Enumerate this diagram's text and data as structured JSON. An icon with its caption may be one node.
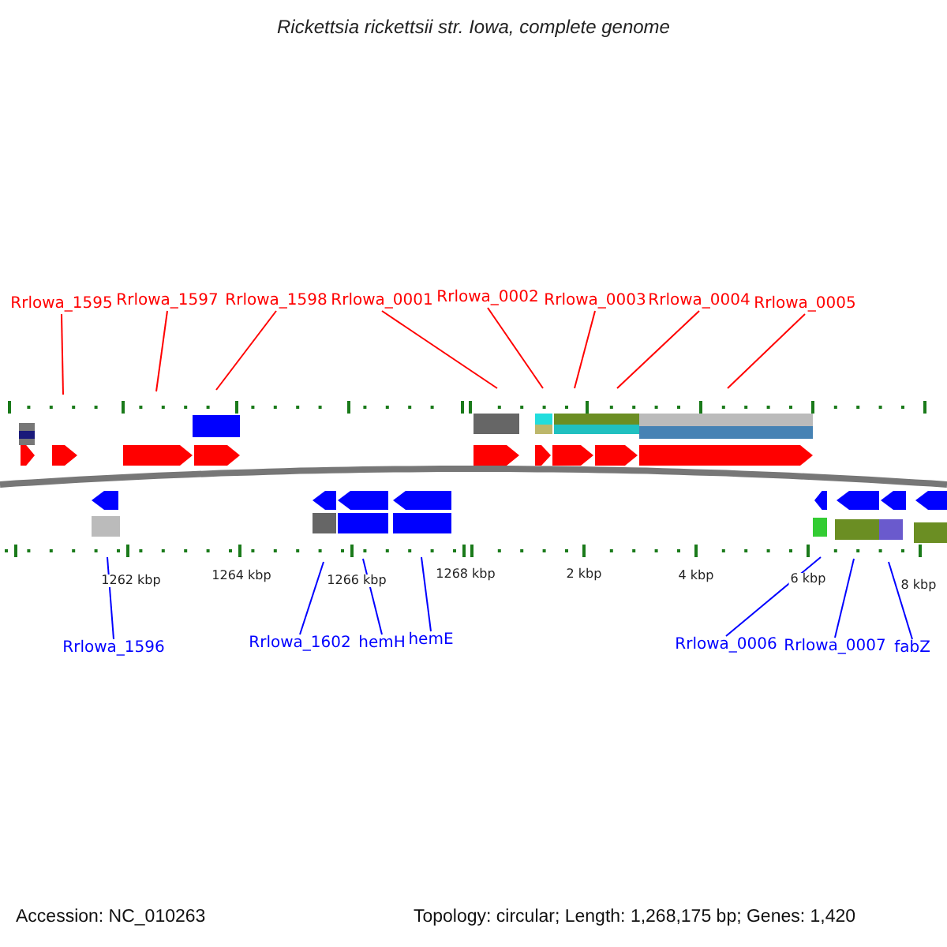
{
  "diagram": {
    "title": "Rickettsia rickettsii str. Iowa, complete genome",
    "nodes": [
      {
        "text": [
          "Rrlowa_1595"
        ]
      },
      {
        "text": [
          "Rrlowa_1597"
        ]
      },
      {
        "text": [
          "Rrlowa_1598"
        ]
      },
      {
        "text": [
          "Rrlowa_0001"
        ]
      },
      {
        "text": [
          "Rrlowa_0002"
        ]
      },
      {
        "text": [
          "Rrlowa_0003"
        ]
      },
      {
        "text": [
          "Rrlowa_0004"
        ]
      },
      {
        "text": [
          "Rrlowa_0005"
        ]
      },
      {
        "text": [
          "Rrlowa_1596"
        ]
      },
      {
        "text": [
          "Rrlowa_1602"
        ]
      },
      {
        "text": [
          "hemH"
        ]
      },
      {
        "text": [
          "hemE"
        ]
      },
      {
        "text": [
          "Rrlowa_0006"
        ]
      },
      {
        "text": [
          "Rrlowa_0007"
        ]
      },
      {
        "text": [
          "fabZ"
        ]
      }
    ],
    "edges": [
      {
        "from": 0,
        "to": null,
        "arrow": "none"
      },
      {
        "from": 1,
        "to": null,
        "arrow": "none"
      },
      {
        "from": 2,
        "to": null,
        "arrow": "none"
      },
      {
        "from": 3,
        "to": null,
        "arrow": "none"
      },
      {
        "from": 4,
        "to": null,
        "arrow": "none"
      },
      {
        "from": 5,
        "to": null,
        "arrow": "none"
      },
      {
        "from": 6,
        "to": null,
        "arrow": "none"
      },
      {
        "from": 7,
        "to": null,
        "arrow": "none"
      },
      {
        "from": 8,
        "to": null,
        "arrow": "none",
        "color": "#0000ff"
      },
      {
        "from": 9,
        "to": null,
        "arrow": "none",
        "color": "#0000ff"
      },
      {
        "from": 10,
        "to": null,
        "arrow": "none",
        "color": "#0000ff"
      },
      {
        "from": 11,
        "to": null,
        "arrow": "none",
        "color": "#0000ff"
      },
      {
        "from": 12,
        "to": null,
        "arrow": "none",
        "color": "#0000ff"
      },
      {
        "from": 13,
        "to": null,
        "arrow": "none",
        "color": "#0000ff"
      },
      {
        "from": 14,
        "to": null,
        "arrow": "none",
        "color": "#0000ff"
      }
    ],
    "labels": [
      "1262 kbp",
      "1264 kbp",
      "1266 kbp",
      "1268 kbp",
      "2 kbp",
      "4 kbp",
      "6 kbp",
      "8 kbp",
      "Accession: NC_010263",
      "Topology: circular; Length: 1,268,175 bp; Genes: 1,420"
    ]
  }
}
